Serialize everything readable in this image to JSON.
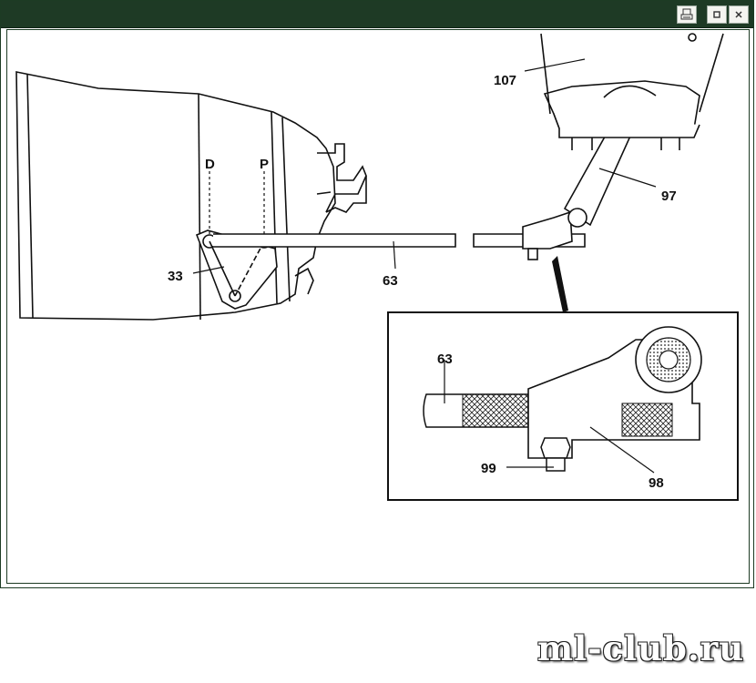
{
  "window": {
    "buttons": [
      "print-icon",
      "maximize-icon",
      "close-icon"
    ]
  },
  "diagram": {
    "labels": {
      "d": "D",
      "p": "P",
      "n107": "107",
      "n97": "97",
      "n33": "33",
      "n63": "63",
      "inset_63": "63",
      "n99": "99",
      "n98": "98"
    }
  },
  "watermark": {
    "text": "ml-club.ru"
  }
}
